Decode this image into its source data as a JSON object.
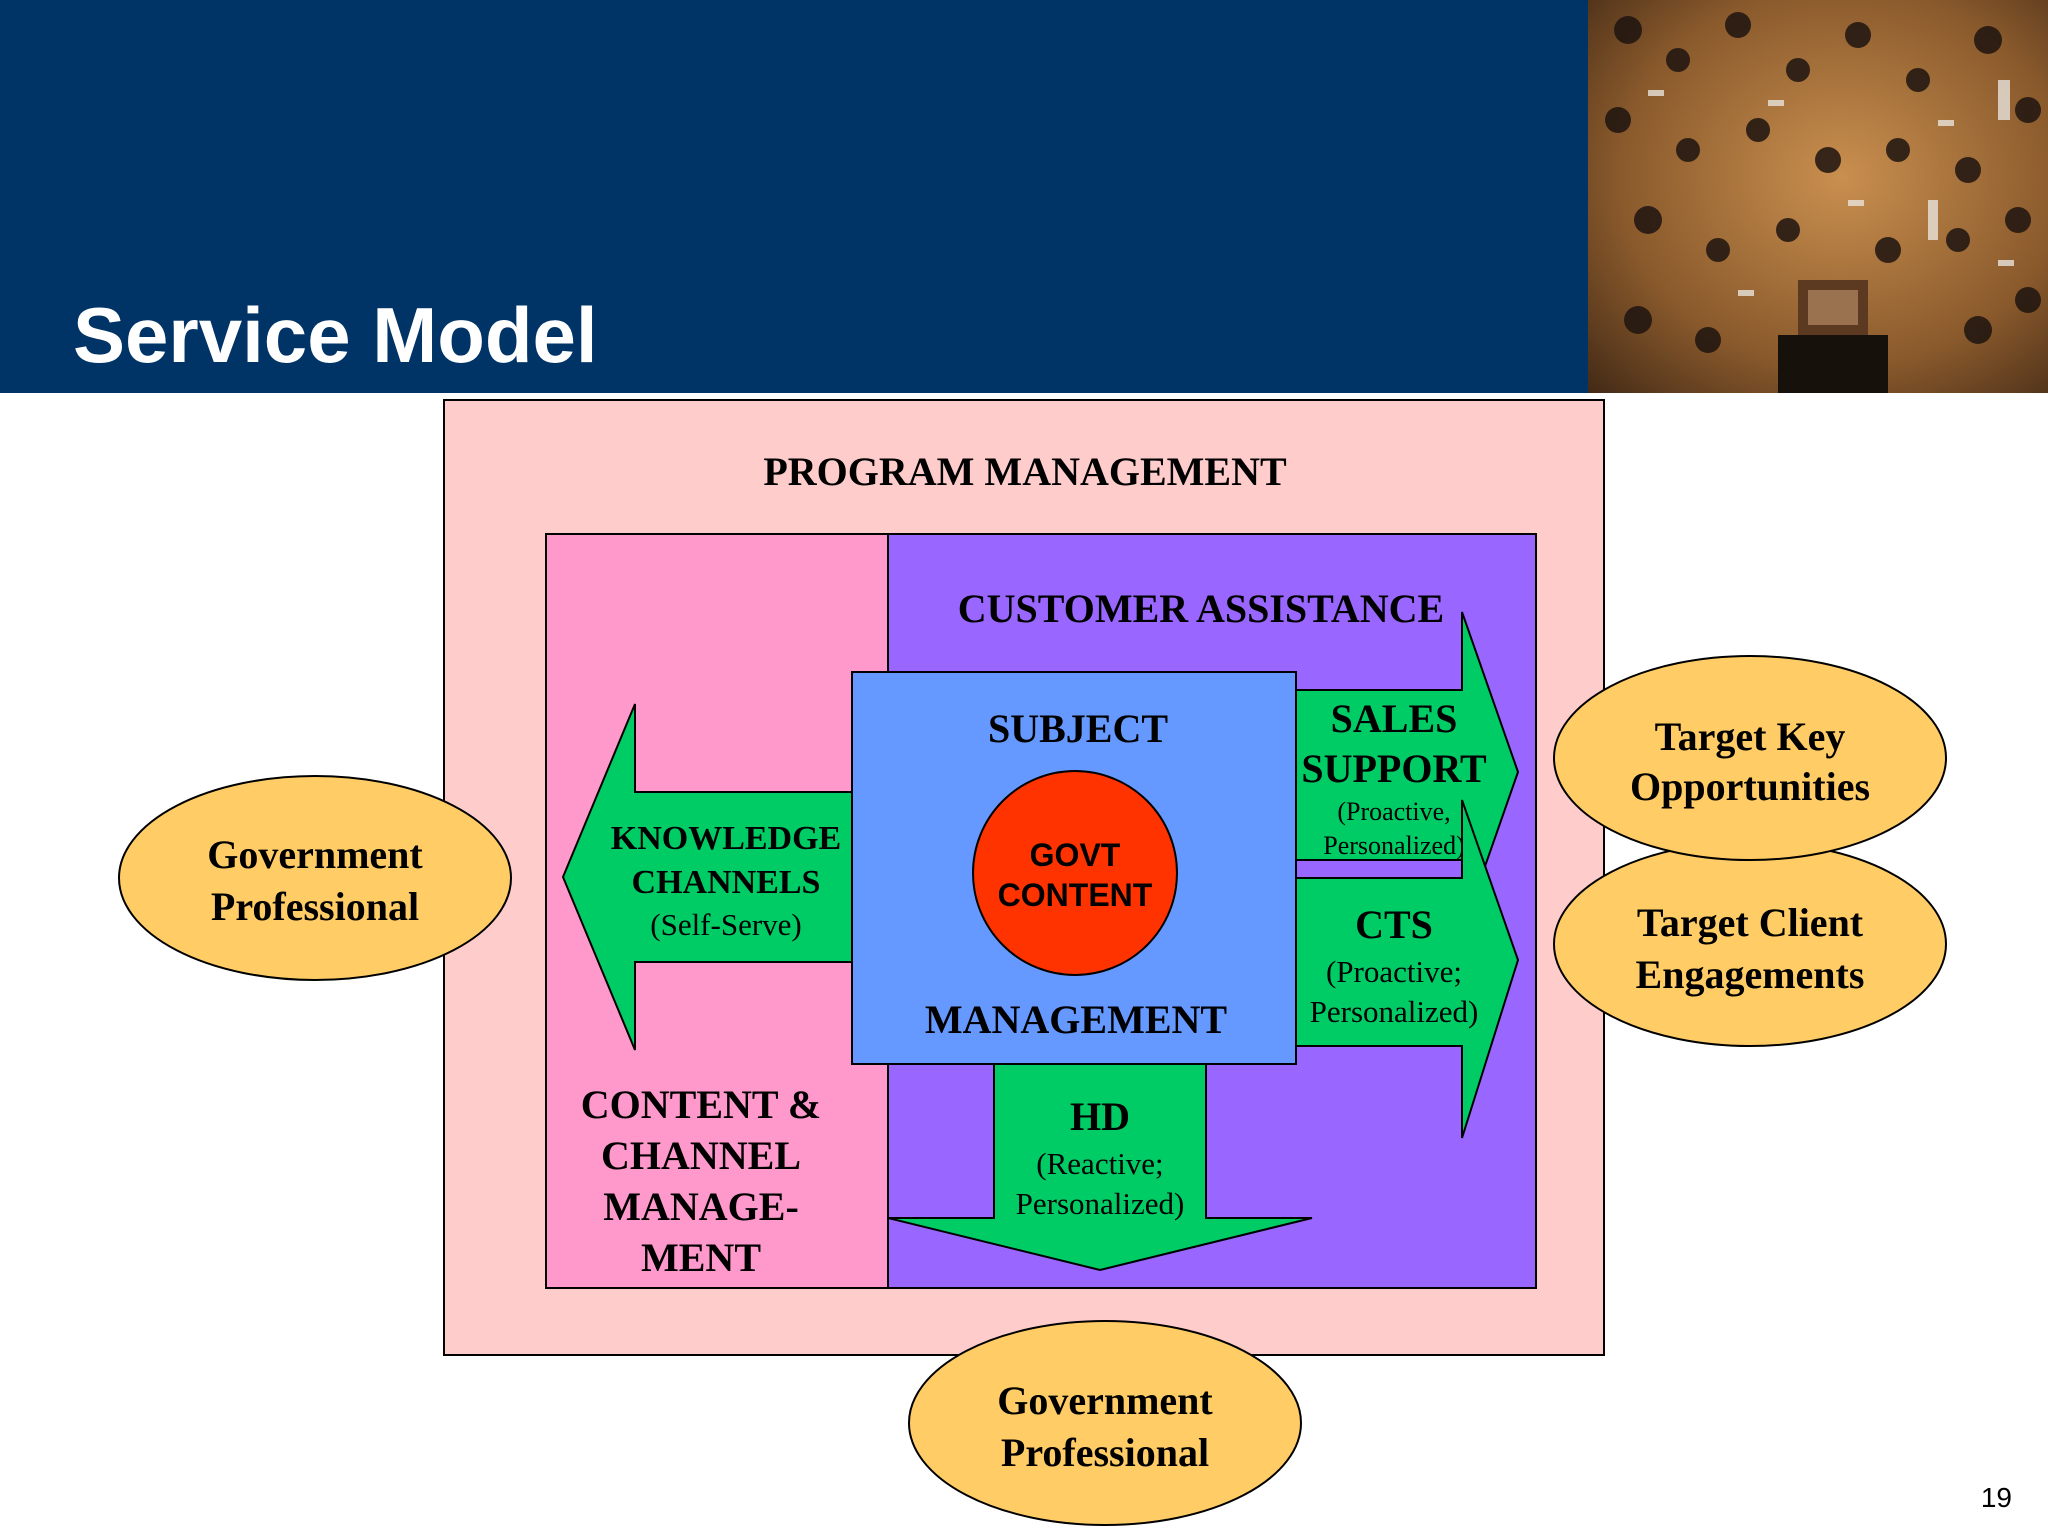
{
  "slide": {
    "title": "Service Model",
    "page_number": "19"
  },
  "diagram": {
    "program_management": "PROGRAM MANAGEMENT",
    "customer_assistance": "CUSTOMER ASSISTANCE",
    "content_channel": [
      "CONTENT &",
      "CHANNEL",
      "MANAGE-",
      "MENT"
    ],
    "subject_top": "SUBJECT",
    "subject_bottom": "MANAGEMENT",
    "govt_content": [
      "GOVT",
      "CONTENT"
    ],
    "knowledge": [
      "KNOWLEDGE",
      "CHANNELS",
      "(Self-Serve)"
    ],
    "sales_support": [
      "SALES",
      "SUPPORT",
      "(Proactive,",
      "Personalized)"
    ],
    "cts": [
      "CTS",
      "(Proactive;",
      "Personalized)"
    ],
    "hd": [
      "HD",
      "(Reactive;",
      "Personalized)"
    ],
    "ellipses": {
      "gov_left": [
        "Government",
        "Professional"
      ],
      "target_key": [
        "Target Key",
        "Opportunities"
      ],
      "target_client": [
        "Target Client",
        "Engagements"
      ],
      "gov_bottom": [
        "Government",
        "Professional"
      ]
    }
  },
  "colors": {
    "header": "#003366",
    "program_bg": "#FFCCCC",
    "content_bg": "#FF99CC",
    "assistance_bg": "#9966FF",
    "subject_bg": "#6699FF",
    "arrow_green": "#00CC66",
    "govt_red": "#FF3300",
    "ellipse": "#FFCC66"
  }
}
